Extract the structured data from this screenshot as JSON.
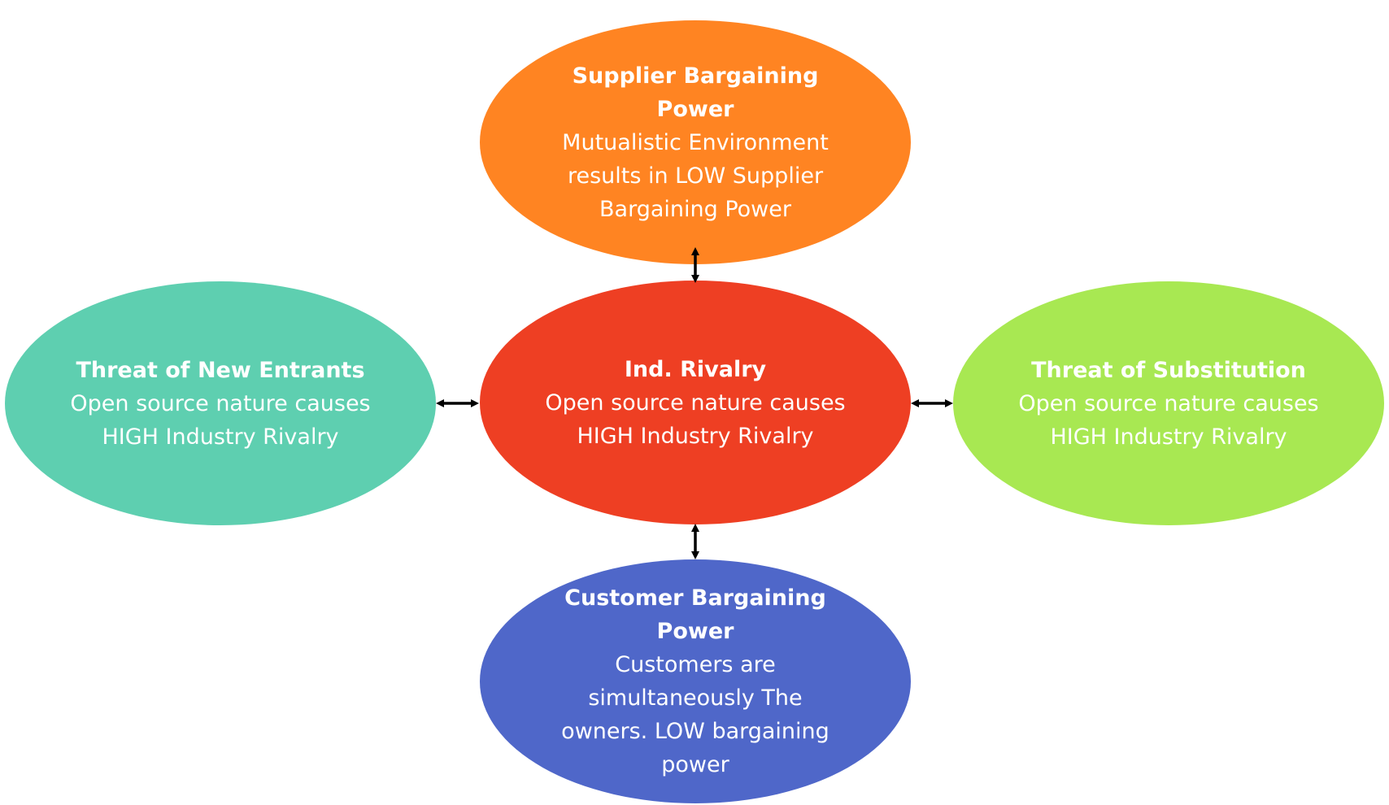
{
  "nodes": {
    "top": {
      "title": "Supplier Bargaining Power",
      "body": "Mutualistic Environment results in LOW Supplier Bargaining Power",
      "color": "#FF8422"
    },
    "center": {
      "title": "Ind. Rivalry",
      "body": "Open source nature causes HIGH Industry Rivalry",
      "color": "#EE3F23"
    },
    "left": {
      "title": "Threat of New Entrants",
      "body": "Open source nature causes HIGH Industry Rivalry",
      "color": "#5ECFB0"
    },
    "right": {
      "title": "Threat of Substitution",
      "body": "Open source nature causes HIGH Industry Rivalry",
      "color": "#A8E852"
    },
    "bottom": {
      "title": "Customer Bargaining Power",
      "body": "Customers are simultaneously The owners. LOW bargaining power",
      "color": "#4F67C9"
    }
  },
  "connector_color": "#000000",
  "connector_style": "double-headed-arrow"
}
